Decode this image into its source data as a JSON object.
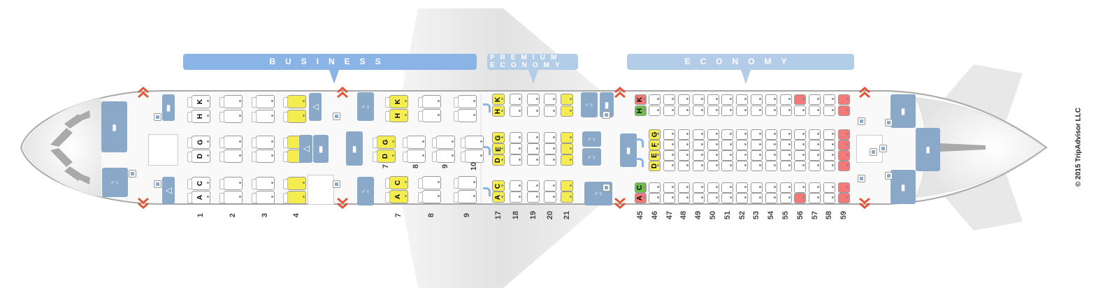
{
  "cabins": {
    "business": "BUSINESS",
    "premium_line1": "PREMIUM",
    "premium_line2": "ECONOMY",
    "economy": "ECONOMY"
  },
  "colors": {
    "standard": "#ffffff",
    "yellow": "#f5ec50",
    "green": "#6cc04a",
    "red": "#f47a7a",
    "facility": "#8aa8c8",
    "business_banner": "#8ab4e6",
    "economy_banner": "#b3cde9",
    "exit": "#e0583a"
  },
  "sections": [
    {
      "id": "business-front",
      "cabin": "business",
      "rows": [
        "1",
        "2",
        "3",
        "4"
      ],
      "letters": [
        "K",
        "H",
        "G",
        "D",
        "C",
        "A"
      ],
      "labeled_rows": [
        "1"
      ],
      "row_status": {
        "4": "yellow"
      },
      "seat_status": {},
      "show_row_numbers": true
    },
    {
      "id": "business-rear-side",
      "cabin": "business",
      "rows": [
        "7",
        "8",
        "9"
      ],
      "letters": [
        "K",
        "H",
        "C",
        "A"
      ],
      "labeled_rows": [
        "7"
      ],
      "row_status": {
        "7": "yellow"
      },
      "seat_status": {},
      "show_row_numbers": true
    },
    {
      "id": "business-rear-center",
      "cabin": "business",
      "rows": [
        "7",
        "8",
        "9",
        "10"
      ],
      "letters": [
        "G",
        "D"
      ],
      "labeled_rows": [
        "7"
      ],
      "row_status": {
        "7": "yellow"
      },
      "seat_status": {},
      "show_row_numbers": true
    },
    {
      "id": "premium-economy",
      "cabin": "premium",
      "rows": [
        "17",
        "18",
        "19",
        "20",
        "21"
      ],
      "letters": [
        "K",
        "H",
        "G",
        "E",
        "D",
        "C",
        "A"
      ],
      "labeled_rows": [
        "17"
      ],
      "row_status": {
        "17": "yellow",
        "21": "yellow"
      },
      "seat_status": {},
      "show_row_numbers": true
    },
    {
      "id": "economy-side",
      "cabin": "economy",
      "rows": [
        "45",
        "46",
        "47",
        "48",
        "49",
        "50",
        "51",
        "52",
        "53",
        "54",
        "55",
        "56",
        "57",
        "58",
        "59"
      ],
      "letters": [
        "K",
        "H",
        "C",
        "A"
      ],
      "labeled_rows": [
        "45"
      ],
      "row_status": {
        "59": "red"
      },
      "seat_status": {
        "45K": "red",
        "45H": "green",
        "45C": "green",
        "45A": "red",
        "56K": "red",
        "56A": "red"
      },
      "show_row_numbers": true
    },
    {
      "id": "economy-center",
      "cabin": "economy",
      "rows": [
        "46",
        "47",
        "48",
        "49",
        "50",
        "51",
        "52",
        "53",
        "54",
        "55",
        "56",
        "57",
        "58",
        "59"
      ],
      "letters": [
        "G",
        "F",
        "E",
        "D"
      ],
      "labeled_rows": [
        "46"
      ],
      "row_status": {
        "46": "yellow",
        "59": "red"
      },
      "seat_status": {},
      "show_row_numbers": false
    }
  ],
  "facilities": [
    "galley",
    "lavatory",
    "galley",
    "closet",
    "closet",
    "closet",
    "galley",
    "lavatory",
    "galley",
    "lavatory",
    "lavatory",
    "galley",
    "lavatory",
    "lavatory",
    "lavatory",
    "galley",
    "galley",
    "galley",
    "galley"
  ],
  "copyright": "© 2015 TripAdvisor LLC"
}
